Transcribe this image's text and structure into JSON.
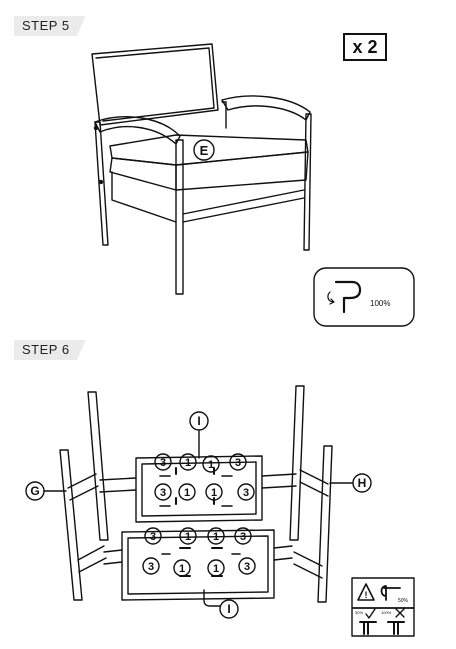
{
  "step5": {
    "title": "STEP 5",
    "quantity": "x 2",
    "part_label": "E",
    "torque_label": "100%"
  },
  "step6": {
    "title": "STEP 6",
    "part_labels": {
      "g": "G",
      "h": "H",
      "i_top": "I",
      "i_bottom": "I"
    },
    "upper_panel_rows": [
      [
        "3",
        "1",
        "1",
        "3"
      ],
      [
        "3",
        "1",
        "1",
        "3"
      ]
    ],
    "lower_panel_rows": [
      [
        "3",
        "1",
        "1",
        "3"
      ],
      [
        "3",
        "1",
        "1",
        "3"
      ]
    ],
    "warning": {
      "torque_label": "50%",
      "small_labels": [
        "30%",
        "100%"
      ]
    }
  }
}
